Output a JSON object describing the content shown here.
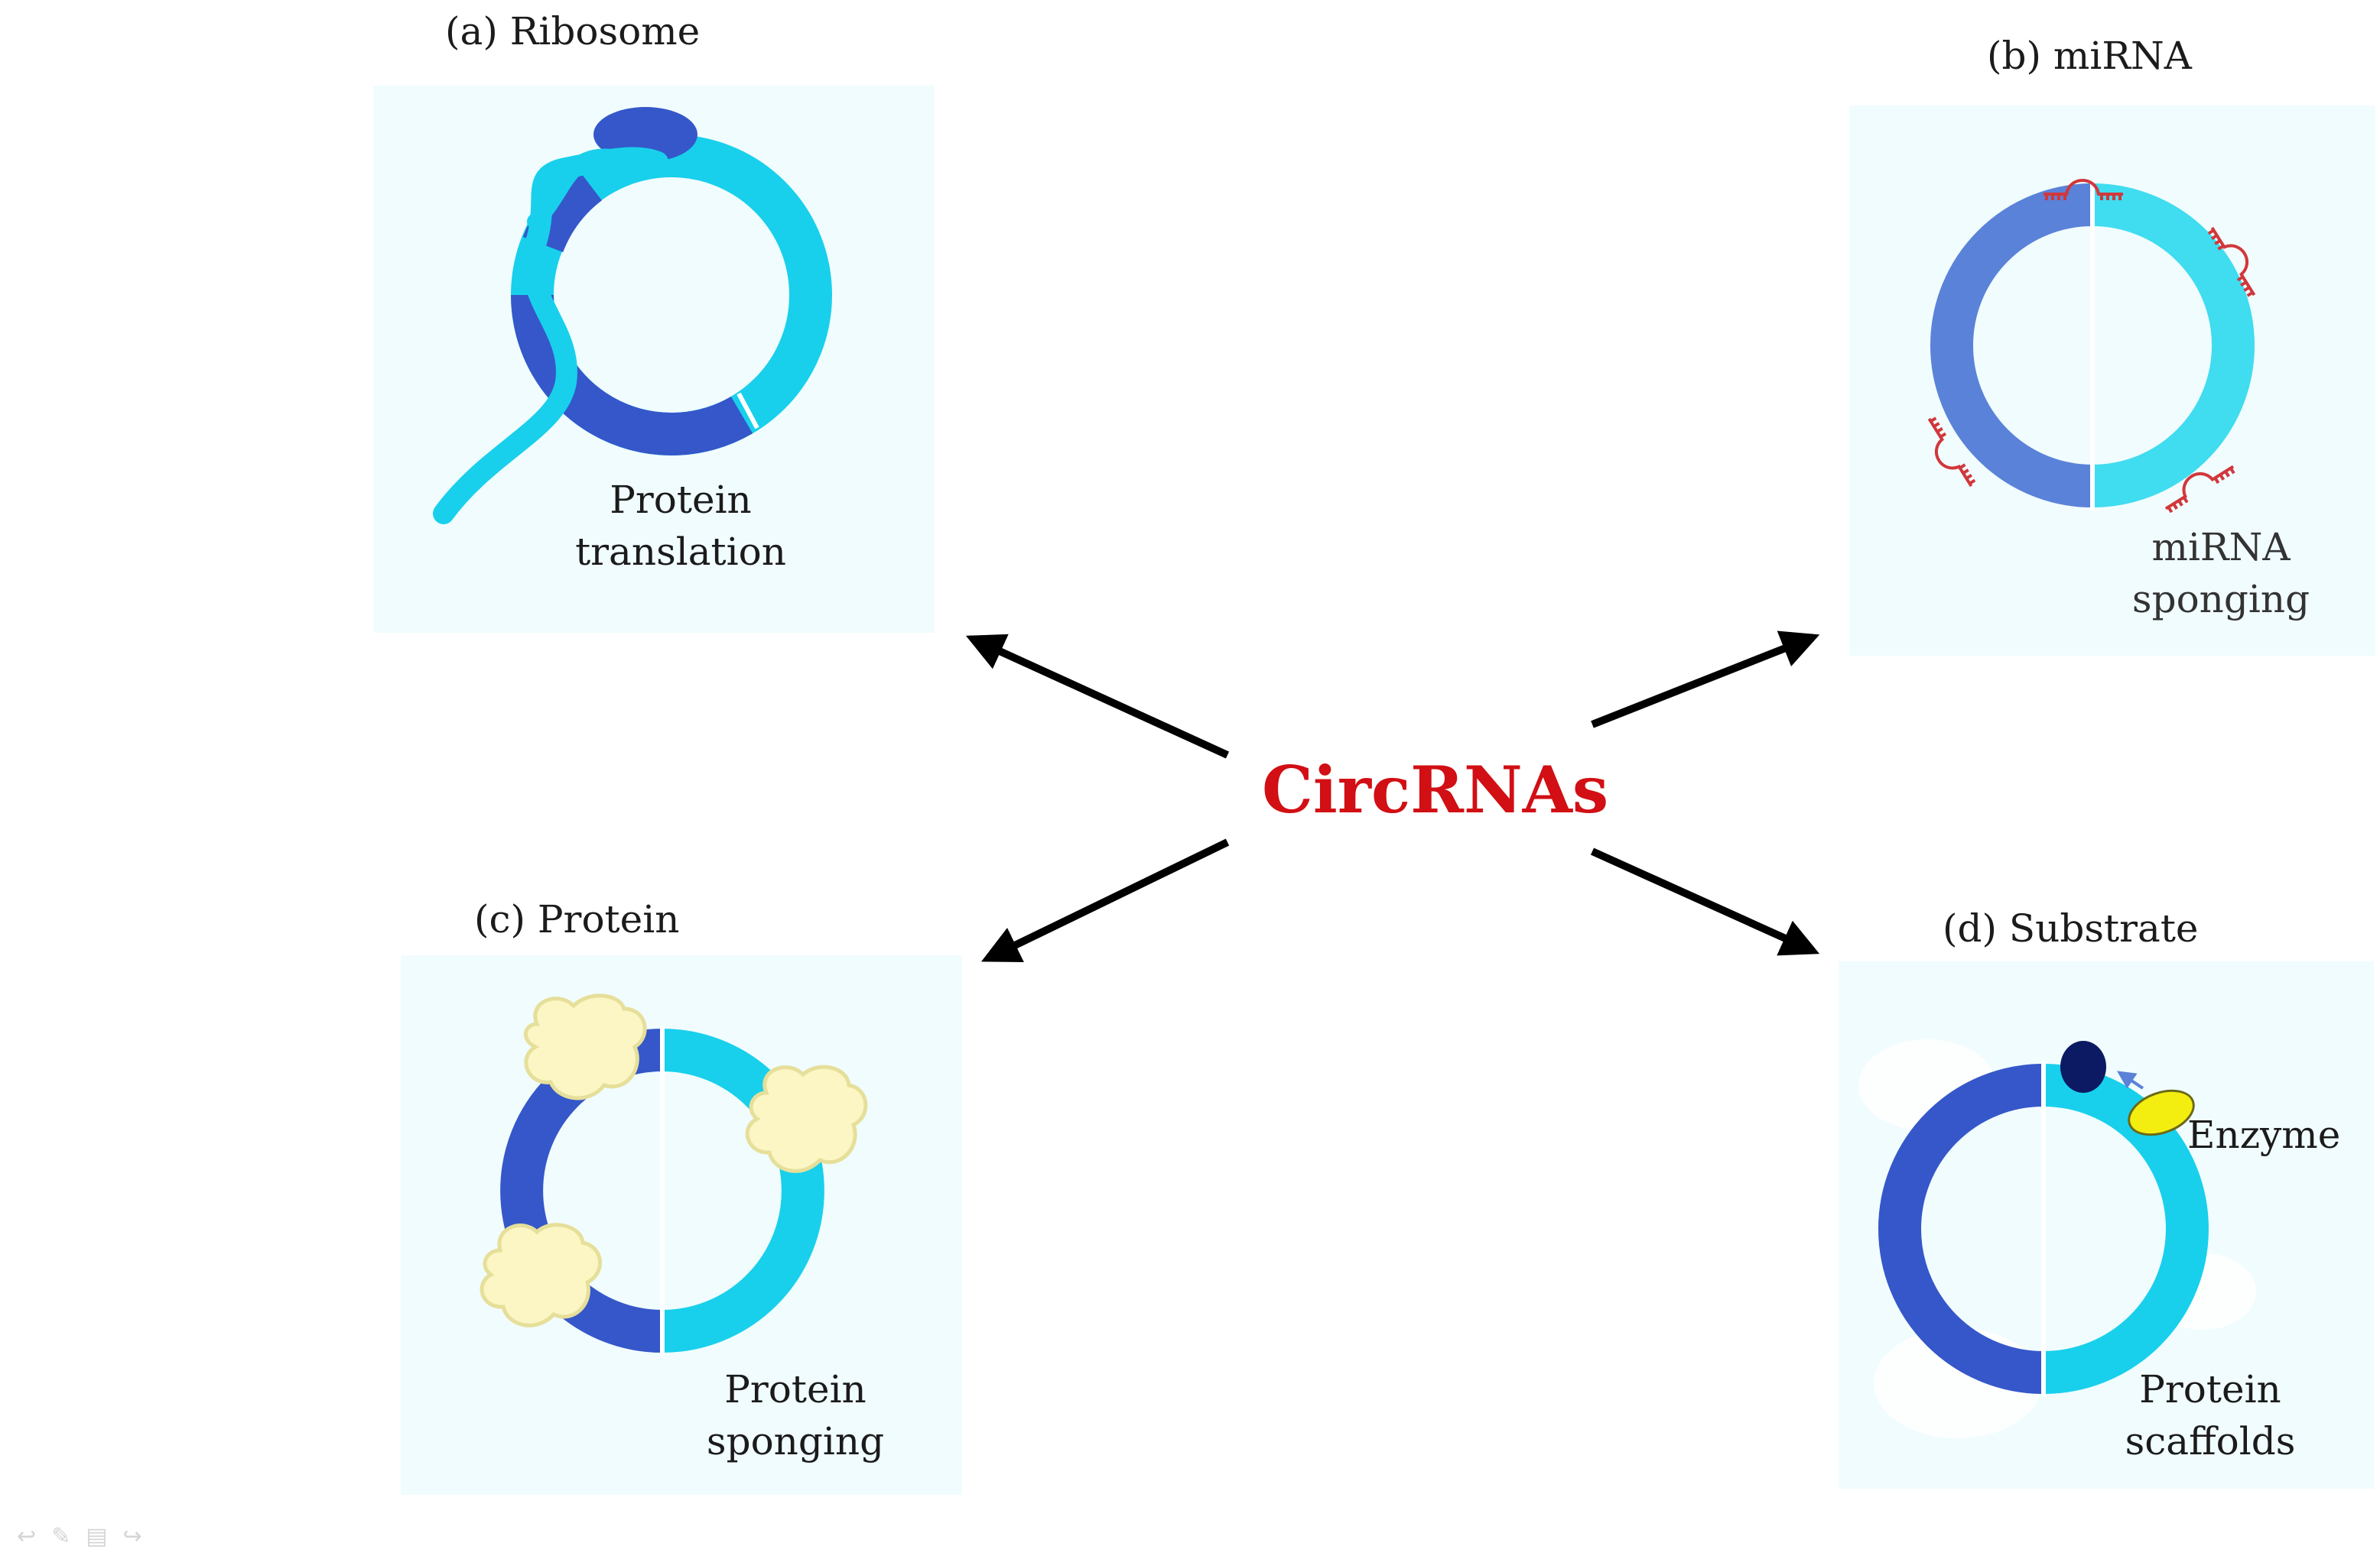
{
  "center": {
    "title": "CircRNAs"
  },
  "panels": {
    "a": {
      "heading": "(a) Ribosome",
      "caption_line1": "Protein",
      "caption_line2": "translation"
    },
    "b": {
      "heading": "(b) miRNA",
      "caption_line1": "miRNA",
      "caption_line2": "sponging"
    },
    "c": {
      "heading": "(c) Protein",
      "caption_line1": "Protein",
      "caption_line2": "sponging"
    },
    "d": {
      "heading": "(d) Substrate",
      "enzyme_label": "Enzyme",
      "caption_line1": "Protein",
      "caption_line2": "scaffolds"
    }
  },
  "colors": {
    "title": "#d10f14",
    "panel_bg": "#f1fcfe",
    "dark_blue": "#3557c9",
    "light_blue": "#18d0ec",
    "mid_blue": "#5a82d8",
    "mirna": "#d2373b",
    "protein_blob": "#fbf6c3",
    "enzyme": "#f4ee10",
    "substrate": "#0b1a62",
    "arrow": "#000000"
  },
  "icons": {
    "arrows": "arrow-icon",
    "nav": [
      "back-icon",
      "pen-icon",
      "slide-icon",
      "forward-icon"
    ]
  }
}
